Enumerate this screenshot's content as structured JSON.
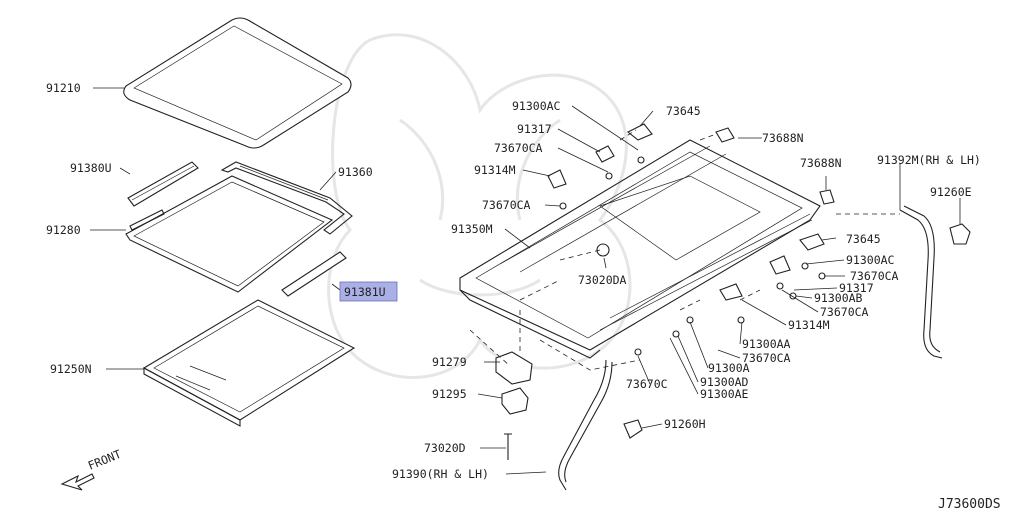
{
  "labels": {
    "p91210": "91210",
    "p91380U": "91380U",
    "p91360": "91360",
    "p91280": "91280",
    "p91381U": "91381U",
    "p91250N": "91250N",
    "p91300AC_a": "91300AC",
    "p73645_a": "73645",
    "p91317_a": "91317",
    "p73688N_a": "73688N",
    "p73670CA_a": "73670CA",
    "p73688N_b": "73688N",
    "p91392M": "91392M(RH & LH)",
    "p91314M_a": "91314M",
    "p91260E": "91260E",
    "p73670CA_b": "73670CA",
    "p91350M": "91350M",
    "p73645_b": "73645",
    "p91300AC_b": "91300AC",
    "p73670CA_c": "73670CA",
    "p73020DA": "73020DA",
    "p91317_b": "91317",
    "p91300AB": "91300AB",
    "p73670CA_d": "73670CA",
    "p91314M_b": "91314M",
    "p91300AA": "91300AA",
    "p73670CA_e": "73670CA",
    "p91279": "91279",
    "p91300A": "91300A",
    "p73670C": "73670C",
    "p91300AD": "91300AD",
    "p91300AE": "91300AE",
    "p91295": "91295",
    "p91260H": "91260H",
    "p73020D": "73020D",
    "p91390": "91390(RH & LH)",
    "front": "FRONT",
    "diagram_code": "J73600DS"
  },
  "highlight_color": "#aab0e6"
}
